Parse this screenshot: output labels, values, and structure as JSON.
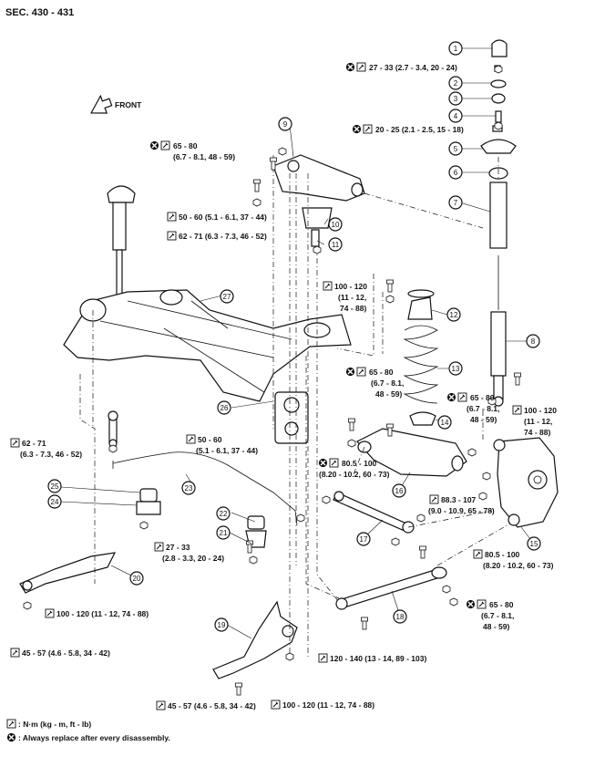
{
  "section_label": "SEC. 430 - 431",
  "front_label": "FRONT",
  "torques": {
    "t1": "27 - 33 (2.7 - 3.4, 20 - 24)",
    "t2": "20 - 25 (2.1 - 2.5, 15 - 18)",
    "t3a": "65 - 80",
    "t3b": "(6.7 - 8.1, 48 - 59)",
    "t4": "50 - 60 (5.1 - 6.1, 37 - 44)",
    "t5": "62 - 71 (6.3 - 7.3, 46 - 52)",
    "t6a": "100 - 120",
    "t6b": "(11 - 12,",
    "t6c": "74 - 88)",
    "t7a": "65 - 80",
    "t7b": "(6.7 - 8.1,",
    "t7c": "48 - 59)",
    "t8a": "65 - 80",
    "t8b": "(6.7 - 8.1,",
    "t8c": "48 - 59)",
    "t9a": "100 - 120",
    "t9b": "(11 - 12,",
    "t9c": "74 - 88)",
    "t10a": "62 - 71",
    "t10b": "(6.3 - 7.3, 46 - 52)",
    "t11a": "50 - 60",
    "t11b": "(5.1 - 6.1, 37 - 44)",
    "t12a": "80.5 - 100",
    "t12b": "(8.20 - 10.2, 60 - 73)",
    "t13a": "88.3 - 107",
    "t13b": "(9.0 - 10.9, 65 - 78)",
    "t14a": "27 - 33",
    "t14b": "(2.8 - 3.3, 20 - 24)",
    "t15a": "80.5 - 100",
    "t15b": "(8.20 - 10.2, 60 - 73)",
    "t16": "100 - 120 (11 - 12, 74 - 88)",
    "t17a": "65 - 80",
    "t17b": "(6.7 - 8.1,",
    "t17c": "48 - 59)",
    "t18": "45 - 57 (4.6 - 5.8, 34 - 42)",
    "t19": "120 - 140 (13 - 14, 89 - 103)",
    "t20": "45 - 57 (4.6 - 5.8, 34 - 42)",
    "t21": "100 - 120 (11 - 12, 74 - 88)"
  },
  "part_numbers": [
    "1",
    "2",
    "3",
    "4",
    "5",
    "6",
    "7",
    "8",
    "9",
    "10",
    "11",
    "12",
    "13",
    "14",
    "15",
    "16",
    "17",
    "18",
    "19",
    "20",
    "21",
    "22",
    "23",
    "24",
    "25",
    "26",
    "27"
  ],
  "legend": {
    "torque_unit": ": N·m (kg - m, ft - lb)",
    "replace_note": ": Always replace after every disassembly."
  }
}
